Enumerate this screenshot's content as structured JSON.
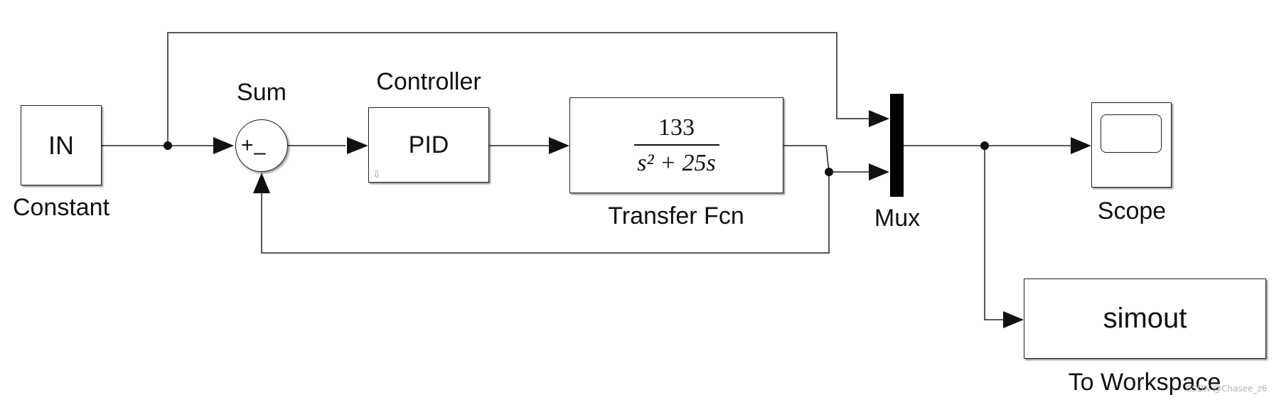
{
  "diagram": {
    "blocks": {
      "constant": {
        "text": "IN",
        "label": "Constant"
      },
      "sum": {
        "label": "Sum",
        "signs": [
          "+",
          "–"
        ]
      },
      "controller": {
        "text": "PID",
        "label": "Controller"
      },
      "transfer_fcn": {
        "numerator": "133",
        "denominator": "s² + 25s",
        "label": "Transfer Fcn"
      },
      "mux": {
        "label": "Mux"
      },
      "scope": {
        "label": "Scope"
      },
      "to_workspace": {
        "text": "simout",
        "label": "To Workspace"
      }
    },
    "watermark": "CSDN @Chasee_z6",
    "icons": [
      "library-link-arrow-icon"
    ],
    "colors": {
      "line": "#222222",
      "background": "#ffffff",
      "mux_bar": "#000000"
    }
  }
}
